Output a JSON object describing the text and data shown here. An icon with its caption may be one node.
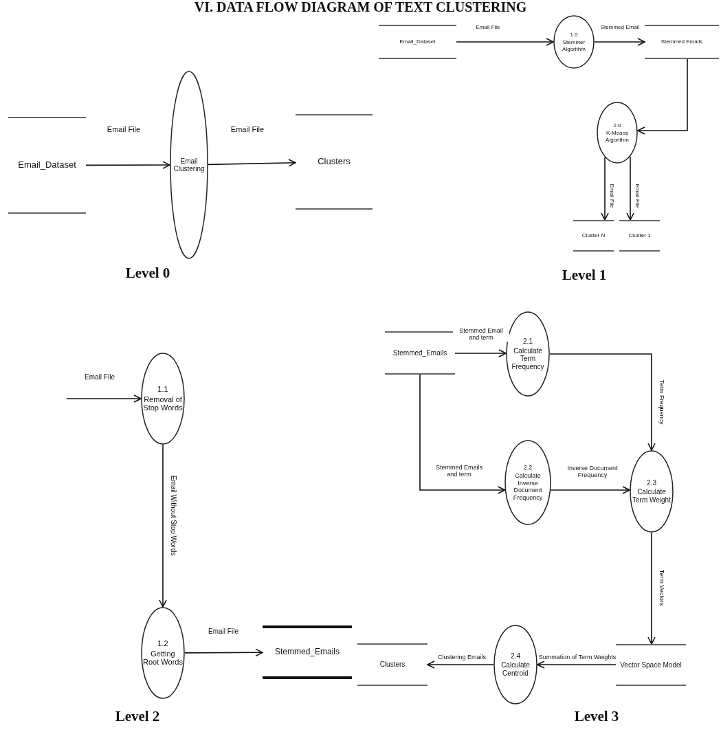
{
  "diagram": {
    "title": "VI. DATA FLOW DIAGRAM OF TEXT CLUSTERING",
    "nodes": [
      {
        "text": [
          "Email_Dataset"
        ]
      },
      {
        "text": [
          "Email Clustering"
        ]
      },
      {
        "text": [
          "Clusters"
        ]
      },
      {
        "text": [
          "Email_Dataset"
        ]
      },
      {
        "text": [
          "1.0",
          "Stemmer Algorithm"
        ]
      },
      {
        "text": [
          "Stemmed Emails"
        ]
      },
      {
        "text": [
          "2.0",
          "K-Means Algorithm"
        ]
      },
      {
        "text": [
          "Cluster N"
        ]
      },
      {
        "text": [
          "Cluster 1"
        ]
      },
      {
        "text": [
          "1.1",
          "Removal of Stop Words"
        ]
      },
      {
        "text": [
          "1.2",
          "Getting Root Words"
        ]
      },
      {
        "text": [
          "Stemmed_Emails"
        ]
      },
      {
        "text": [
          "Stemmed_Emails"
        ]
      },
      {
        "text": [
          "2.1",
          "Calculate Term Frequency"
        ]
      },
      {
        "text": [
          "2.2",
          "Calculate Inverse Document Frequency"
        ]
      },
      {
        "text": [
          "2.3",
          "Calculate Term Weight"
        ]
      },
      {
        "text": [
          "Vector Space Model"
        ]
      },
      {
        "text": [
          "2.4",
          "Calculate Centroid"
        ]
      },
      {
        "text": [
          "Clusters"
        ]
      }
    ],
    "edges": [
      {
        "from": 0,
        "to": 1,
        "arrow": "to",
        "label": "Email File"
      },
      {
        "from": 1,
        "to": 2,
        "arrow": "to",
        "label": "Email File"
      },
      {
        "from": 3,
        "to": 4,
        "arrow": "to",
        "label": "Email File"
      },
      {
        "from": 4,
        "to": 5,
        "arrow": "to",
        "label": "Stemmed Email"
      },
      {
        "from": 5,
        "to": 6,
        "arrow": "to"
      },
      {
        "from": 6,
        "to": 7,
        "arrow": "to",
        "label": "Email File"
      },
      {
        "from": 6,
        "to": 8,
        "arrow": "to",
        "label": "Email File"
      },
      {
        "from": null,
        "to": 9,
        "arrow": "to",
        "label": "Email File"
      },
      {
        "from": 9,
        "to": 10,
        "arrow": "to",
        "label": "Email Without Stop Words"
      },
      {
        "from": 10,
        "to": 11,
        "arrow": "to",
        "label": "Email File"
      },
      {
        "from": 12,
        "to": 13,
        "arrow": "to",
        "label": "Stemmed Email and term"
      },
      {
        "from": 12,
        "to": 14,
        "arrow": "to",
        "label": "Stemmed Emails and term"
      },
      {
        "from": 13,
        "to": 15,
        "arrow": "to",
        "label": "Term Frequency"
      },
      {
        "from": 14,
        "to": 15,
        "arrow": "to",
        "label": "Inverse Document Frequency"
      },
      {
        "from": 15,
        "to": 16,
        "arrow": "to",
        "label": "Term Vectors"
      },
      {
        "from": 16,
        "to": 17,
        "arrow": "to",
        "label": "Summation of Term Weights"
      },
      {
        "from": 17,
        "to": 18,
        "arrow": "to",
        "label": "Clustering Emails"
      }
    ],
    "labels": [
      "Level 0",
      "Level 1",
      "Level 2",
      "Level 3"
    ]
  }
}
